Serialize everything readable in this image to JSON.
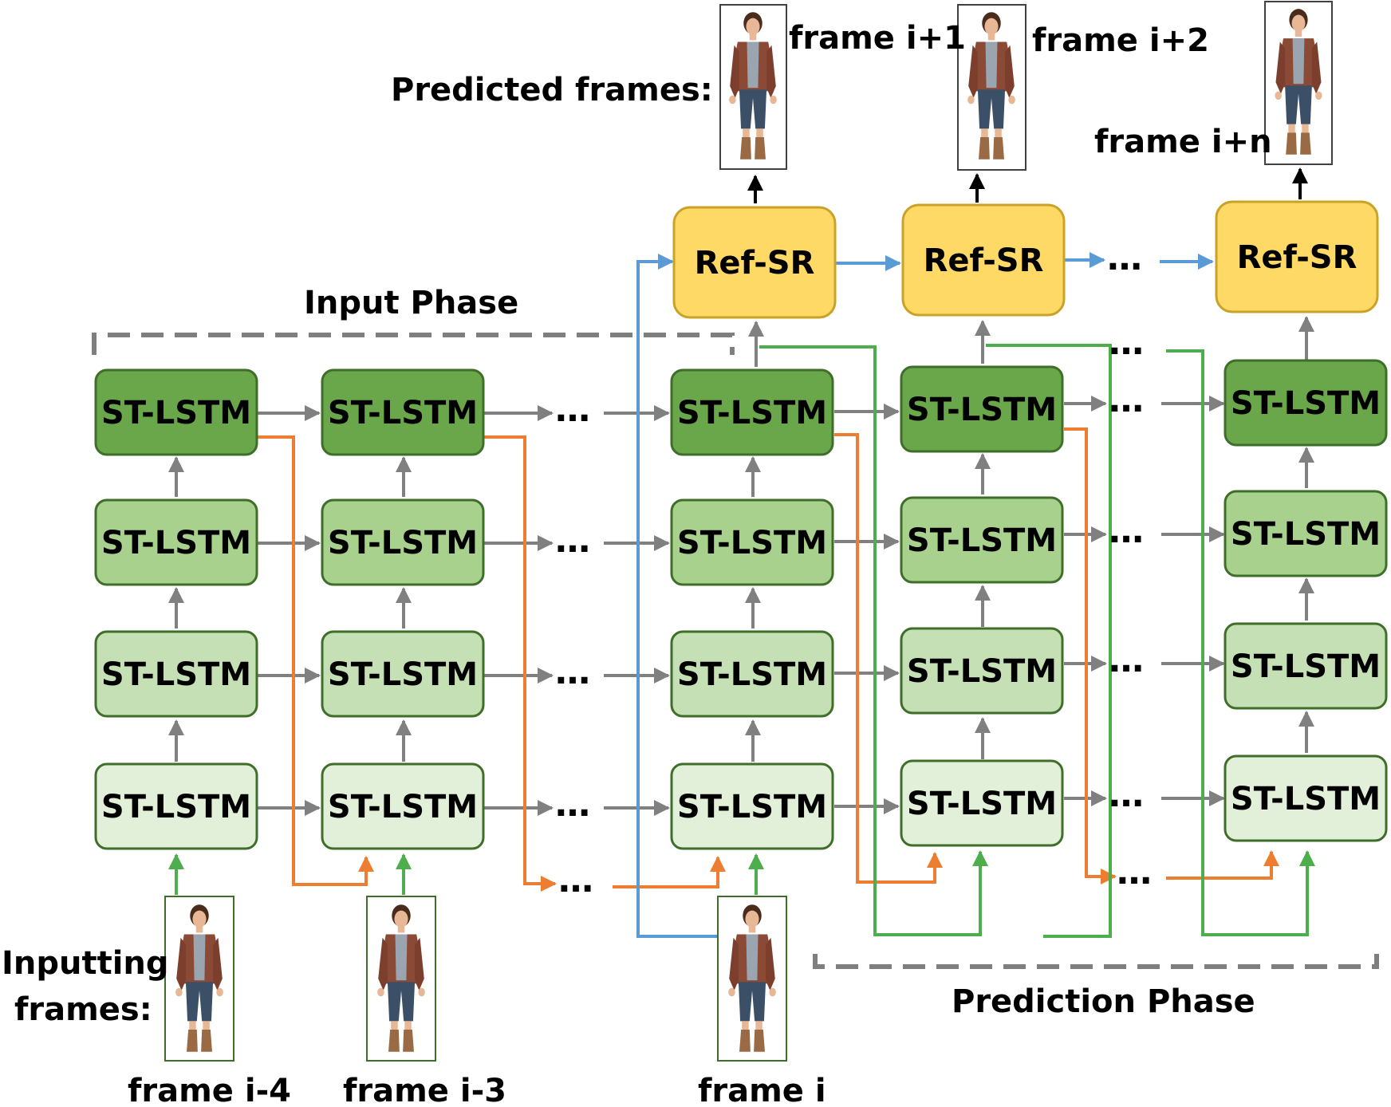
{
  "labels": {
    "predicted_frames": "Predicted frames:",
    "input_phase": "Input Phase",
    "prediction_phase": "Prediction Phase",
    "inputting_frames_line1": "Inputting",
    "inputting_frames_line2": "frames:",
    "ellipsis": "…"
  },
  "output_frames": [
    {
      "label": "frame i+1"
    },
    {
      "label": "frame i+2"
    },
    {
      "label": "frame i+n"
    }
  ],
  "input_frames": [
    {
      "label": "frame i-4"
    },
    {
      "label": "frame i-3"
    },
    {
      "label": "frame i"
    }
  ],
  "cells": {
    "lstm_label": "ST-LSTM",
    "refsr_label": "Ref-SR"
  },
  "colors": {
    "lstm_layer_4": "#6aa64a",
    "lstm_layer_3": "#a9d18e",
    "lstm_layer_2": "#c5e0b4",
    "lstm_layer_1": "#e2f0d9",
    "lstm_border": "#3f6e2a",
    "refsr_fill": "#ffd966",
    "refsr_border": "#c9a227",
    "arrow_gray": "#808080",
    "arrow_orange": "#ed7d31",
    "arrow_green": "#4eae4e",
    "arrow_blue": "#5b9bd5",
    "phase_dash": "#7f7f7f",
    "black": "#000000"
  },
  "icons": {
    "person": "person-figure-icon"
  }
}
